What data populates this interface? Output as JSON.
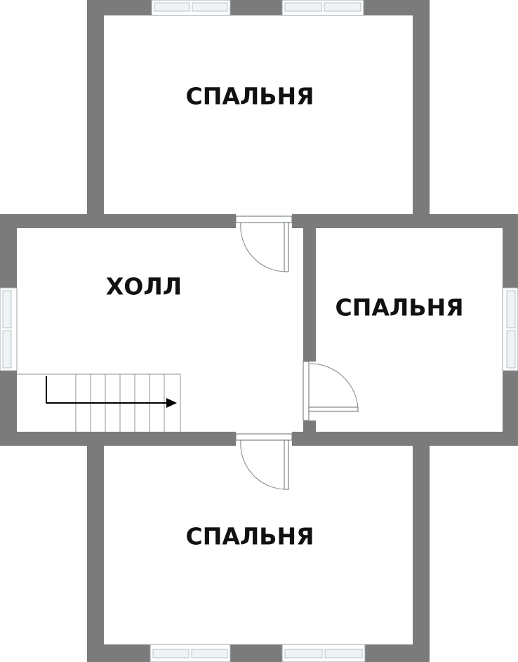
{
  "plan": {
    "wall_color": "#7b7b7b",
    "rooms": {
      "bedroom_top": {
        "label": "СПАЛЬНЯ"
      },
      "hall": {
        "label": "ХОЛЛ"
      },
      "bedroom_right": {
        "label": "СПАЛЬНЯ"
      },
      "bedroom_bottom": {
        "label": "СПАЛЬНЯ"
      }
    }
  }
}
